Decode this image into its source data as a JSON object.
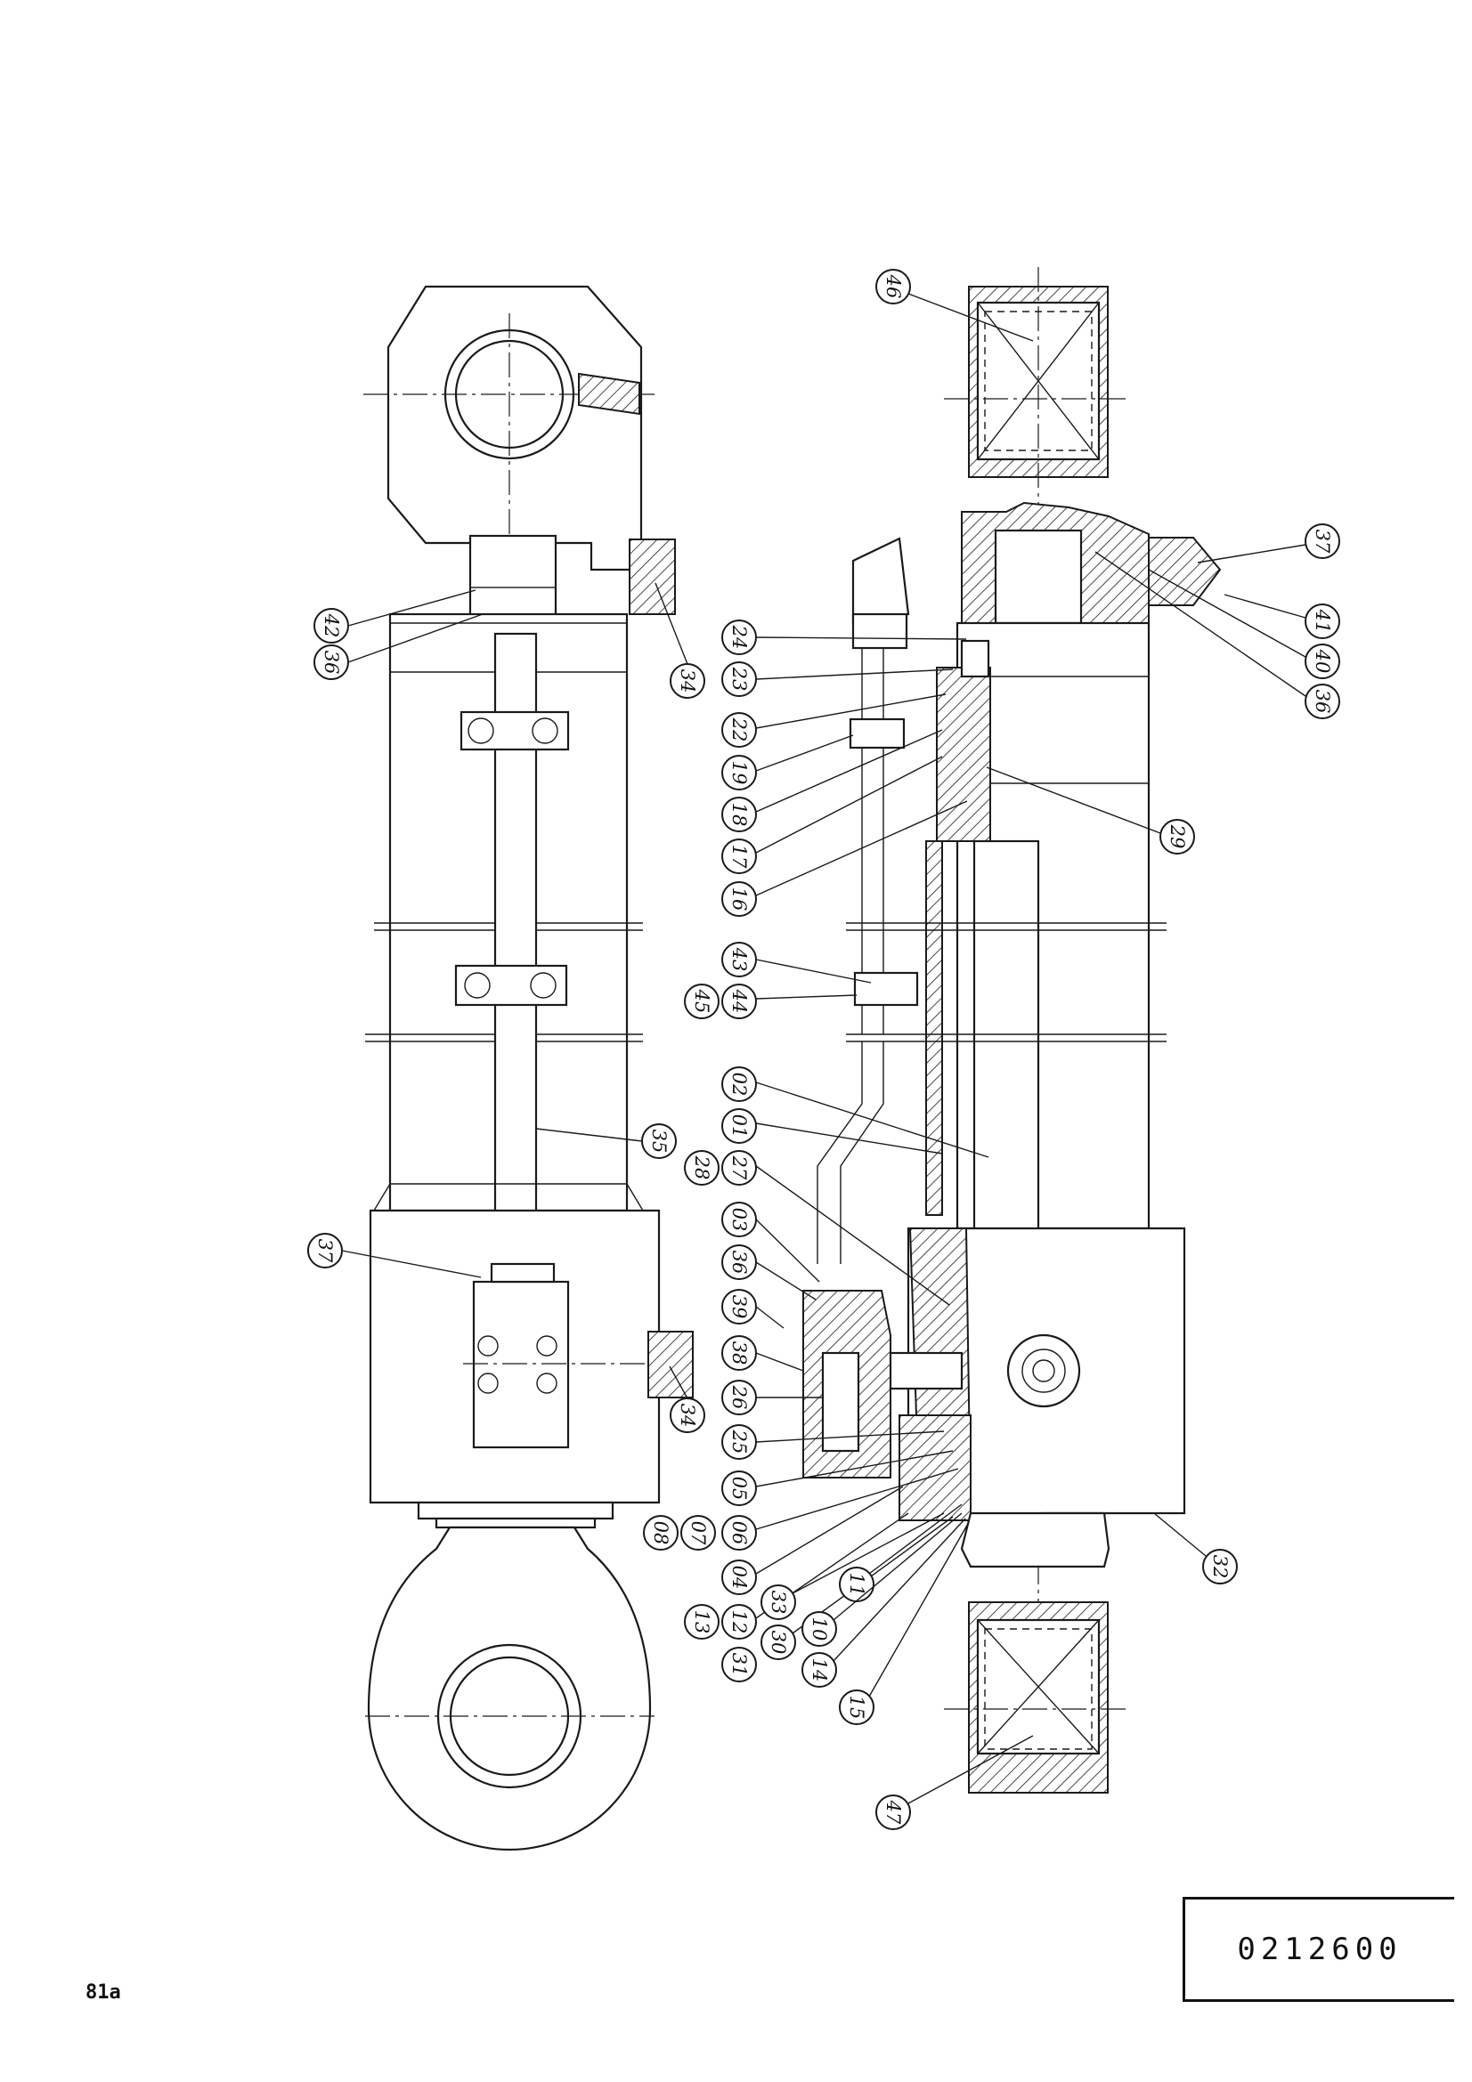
{
  "drawing": {
    "sheet_code": "0212600",
    "page_number": "81a"
  },
  "callouts": {
    "left_view": [
      "42",
      "36",
      "34",
      "35",
      "37",
      "34",
      "08",
      "07"
    ],
    "right_view": [
      "46",
      "37",
      "41",
      "40",
      "36",
      "24",
      "23",
      "22",
      "19",
      "18",
      "17",
      "16",
      "29",
      "43",
      "44",
      "45",
      "02",
      "01",
      "27",
      "28",
      "03",
      "36",
      "39",
      "38",
      "26",
      "25",
      "05",
      "06",
      "04",
      "12",
      "13",
      "33",
      "30",
      "31",
      "11",
      "10",
      "14",
      "15",
      "32",
      "47"
    ]
  }
}
